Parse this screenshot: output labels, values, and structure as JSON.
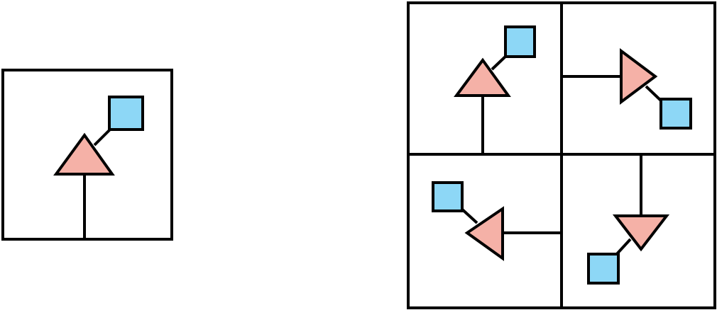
{
  "colors": {
    "stroke": "#000000",
    "triangle_fill": "#f5b1a7",
    "square_fill": "#8dd7f6",
    "background": "#ffffff"
  },
  "icons": {
    "triangle": "triangle-icon",
    "square": "square-icon"
  },
  "panels": {
    "single": {
      "name": "single-tile",
      "rotation": 0
    },
    "grid": [
      {
        "name": "tile-top-left",
        "rotation": 0
      },
      {
        "name": "tile-top-right",
        "rotation": 90
      },
      {
        "name": "tile-bottom-left",
        "rotation": 270
      },
      {
        "name": "tile-bottom-right",
        "rotation": 180
      }
    ]
  }
}
